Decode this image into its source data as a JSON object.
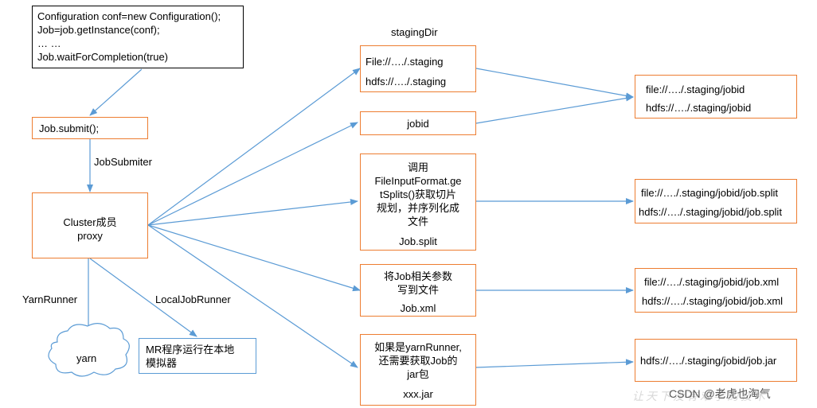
{
  "code_box": {
    "lines": [
      "Configuration conf=new Configuration();",
      "Job=job.getInstance(conf);",
      "… …",
      "Job.waitForCompletion(true)"
    ]
  },
  "submit_box": {
    "text": "Job.submit();"
  },
  "jobsubmiter_label": "JobSubmiter",
  "cluster_box": {
    "line1": "Cluster成员",
    "line2": "proxy"
  },
  "yarnrunner_label": "YarnRunner",
  "localjobrunner_label": "LocalJobRunner",
  "yarn_cloud": {
    "text": "yarn"
  },
  "mr_local_box": {
    "line1": "MR程序运行在本地",
    "line2": "模拟器"
  },
  "stagingdir_label": "stagingDir",
  "staging_box": {
    "line1": "File://…./.staging",
    "line2": "hdfs://…./.staging"
  },
  "jobid_box": {
    "text": "jobid"
  },
  "split_box": {
    "lines": [
      "调用",
      "FileInputFormat.ge",
      "tSplits()获取切片",
      "规划，并序列化成",
      "文件"
    ],
    "file": "Job.split"
  },
  "xml_box": {
    "lines": [
      "将Job相关参数",
      "写到文件"
    ],
    "file": "Job.xml"
  },
  "jar_box": {
    "lines": [
      "如果是yarnRunner,",
      "还需要获取Job的",
      "jar包"
    ],
    "file": "xxx.jar"
  },
  "out_jobid": {
    "line1": "file://…./.staging/jobid",
    "line2": "hdfs://…./.staging/jobid"
  },
  "out_split": {
    "line1": "file://…./.staging/jobid/job.split",
    "line2": "hdfs://…./.staging/jobid/job.split"
  },
  "out_xml": {
    "line1": "file://…./.staging/jobid/job.xml",
    "line2": "hdfs://…./.staging/jobid/job.xml"
  },
  "out_jar": {
    "line1": "hdfs://…./.staging/jobid/job.jar"
  },
  "watermark": {
    "faint": "让天下没有难学的技术",
    "csdn": "CSDN @老虎也淘气"
  },
  "colors": {
    "box_border": "#ED7D31",
    "arrow": "#5B9BD5",
    "mr_border": "#5B9BD5"
  }
}
